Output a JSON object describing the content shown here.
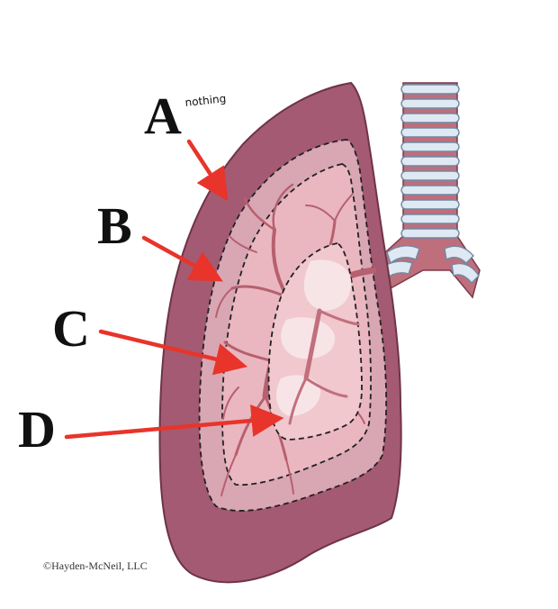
{
  "labels": {
    "a": "A",
    "b": "B",
    "c": "C",
    "d": "D"
  },
  "annotation": "nothing",
  "credit": "©Hayden-McNeil, LLC",
  "colors": {
    "pleura_outer": "#a45a72",
    "pleura_edge": "#6e3446",
    "layer_b": "#d9a6b4",
    "layer_c": "#eab7c0",
    "layer_d": "#f0c8ce",
    "vessels": "#b7606f",
    "cartilage": "#dfe9f3",
    "trachea_tissue": "#bf6e7c",
    "arrow": "#e8342a"
  }
}
